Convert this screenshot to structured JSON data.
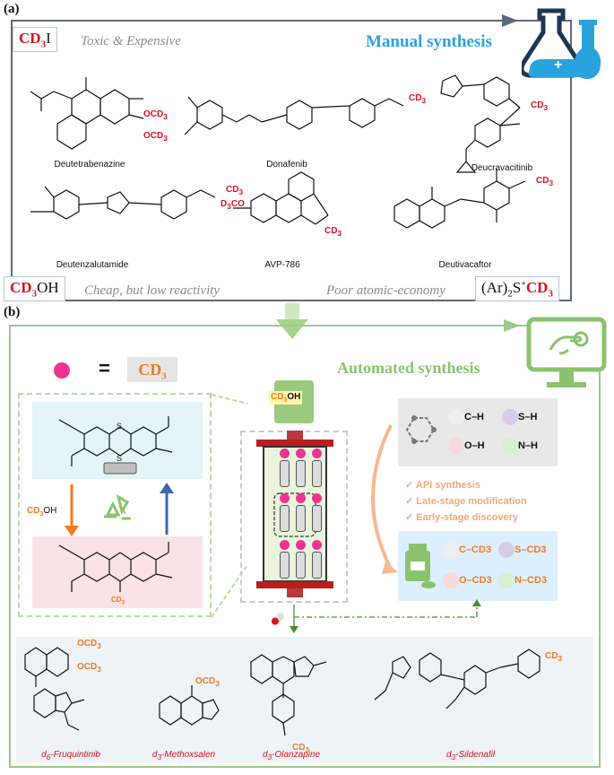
{
  "panel_a": {
    "label": "(a)",
    "title": "Manual synthesis",
    "reagent_top": {
      "prefix": "CD",
      "sub": "3",
      "suffix": "I"
    },
    "reagent_top_note": "Toxic & Expensive",
    "reagent_bottom_left": {
      "prefix": "CD",
      "sub": "3",
      "suffix": "OH"
    },
    "reagent_bottom_left_note": "Cheap, but low reactivity",
    "reagent_bottom_right_note": "Poor atomic-economy",
    "reagent_bottom_right": {
      "pre": "(Ar)",
      "sub": "2",
      "mid": "S",
      "sup": "+",
      "cd": "CD",
      "cd_sub": "3"
    },
    "drugs": [
      "Deutetrabenazine",
      "Donafenib",
      "Deucravacitinib",
      "Deutenzalutamide",
      "AVP-786",
      "Deutivacaftor"
    ]
  },
  "panel_b": {
    "label": "(b)",
    "title": "Automated synthesis",
    "legend_equals": "=",
    "legend_cd3": {
      "prefix": "CD",
      "sub": "3"
    },
    "cd3oh_left": {
      "prefix": "CD",
      "sub": "3",
      "suffix": "OH"
    },
    "cd3oh_bottle": {
      "prefix": "CD",
      "sub": "3",
      "suffix": "OH"
    },
    "xh_bonds": [
      "C–H",
      "S–H",
      "O–H",
      "N–H"
    ],
    "applications": [
      "API synthesis",
      "Late-stage modification",
      "Early-stage discovery"
    ],
    "xcd3_bonds": [
      "C–CD3",
      "S–CD3",
      "O–CD3",
      "N–CD3"
    ],
    "products": [
      {
        "prefix": "d",
        "sub": "6",
        "name": "-Fruquintinib"
      },
      {
        "prefix": "d",
        "sub": "3",
        "name": "-Methoxsalen"
      },
      {
        "prefix": "d",
        "sub": "3",
        "name": "-Olanzapine"
      },
      {
        "prefix": "d",
        "sub": "3",
        "name": "-Sildenafil"
      }
    ]
  },
  "colors": {
    "frame_a": "#5b6b7d",
    "frame_b": "#9cc98a",
    "cd3_red": "#e0101c",
    "cd3_orange": "#f07b1e",
    "title_blue": "#2aa3dc",
    "title_green": "#8cc26e",
    "bead_pink": "#f0338f"
  }
}
